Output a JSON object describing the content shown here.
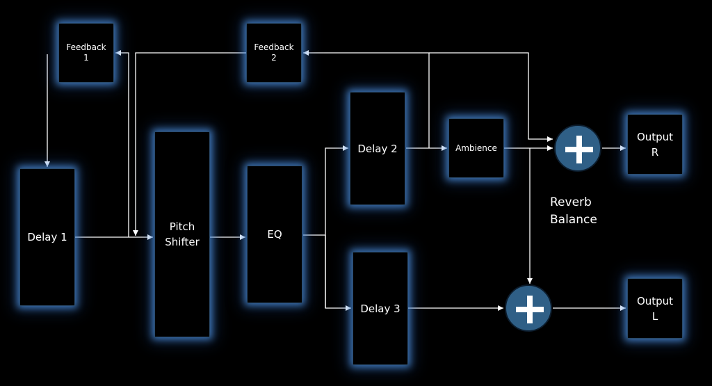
{
  "blocks": {
    "feedback1": "Feedback\n1",
    "feedback2": "Feedback\n2",
    "delay1": "Delay 1",
    "pitch_shifter": "Pitch\nShifter",
    "eq": "EQ",
    "delay2": "Delay 2",
    "delay3": "Delay 3",
    "ambience": "Ambience",
    "output_r": "Output\nR",
    "output_l": "Output\nL"
  },
  "annotations": {
    "reverb_balance": "Reverb\nBalance"
  },
  "colors": {
    "background": "#000000",
    "glow": "#4f96e6",
    "summing_node": "#2f5f86",
    "wire": "#ffffff"
  },
  "icons": {
    "summing_node": "plus-icon"
  }
}
